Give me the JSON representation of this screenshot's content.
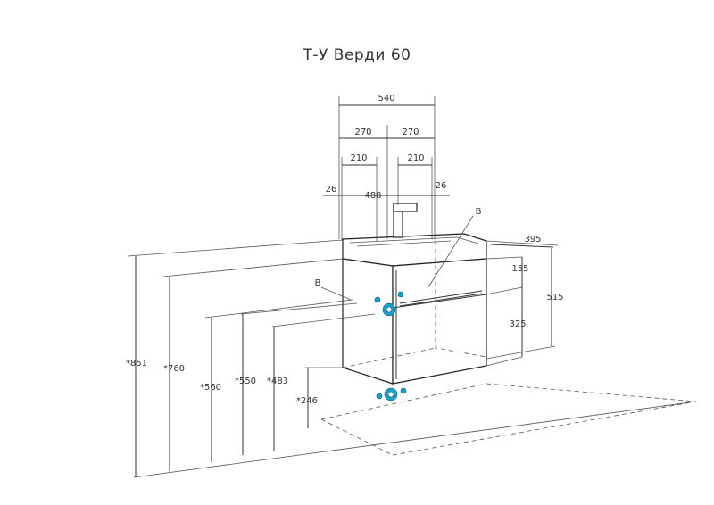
{
  "title": "Т-У Верди 60",
  "colors": {
    "line": "#333333",
    "connector": "#1f9fc4"
  },
  "dimensions": {
    "width_total": "540",
    "half_left": "270",
    "half_right": "270",
    "off_left": "210",
    "off_right": "210",
    "side_left": "26",
    "side_right": "26",
    "inner": "488",
    "depth": "395",
    "drawer_top": "155",
    "cabinet_height": "515",
    "drawer_low": "325",
    "h851": "*851",
    "h760": "*760",
    "h560": "*560",
    "h550": "*550",
    "h483": "*483",
    "h246": "*246"
  },
  "labels": {
    "b_left": "B",
    "b_right": "B"
  }
}
